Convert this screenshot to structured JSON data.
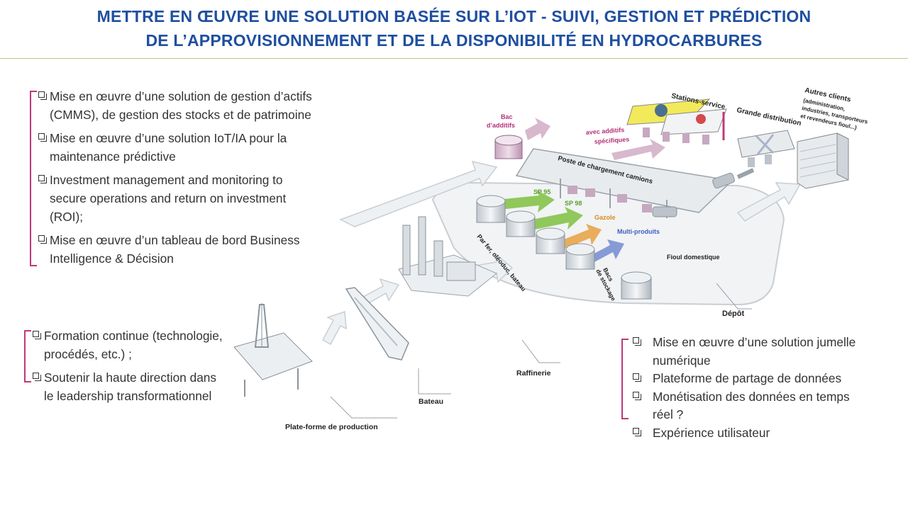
{
  "title": {
    "line1": "METTRE EN ŒUVRE UNE SOLUTION BASÉE SUR L’IOT - SUIVI, GESTION ET PRÉDICTION",
    "line2": "DE L’APPROVISIONNEMENT ET DE LA DISPONIBILITÉ EN HYDROCARBURES"
  },
  "left_top": {
    "items": [
      {
        "line1": "Mise en œuvre d’une solution de gestion d’actifs",
        "line2": "(CMMS), de gestion des stocks et de patrimoine"
      },
      {
        "line1": "Mise en œuvre d’une solution IoT/IA pour la",
        "line2": "maintenance prédictive"
      },
      {
        "line1": "Investment management and monitoring to",
        "line2": "secure operations and return on investment",
        "line3": "(ROI);"
      },
      {
        "line1": "Mise en œuvre d’un tableau de bord Business",
        "line2": "Intelligence & Décision"
      }
    ]
  },
  "left_bottom": {
    "items": [
      {
        "line1": "Formation continue (technologie,",
        "line2": "procédés, etc.) ;"
      },
      {
        "line1": "Soutenir la haute direction dans",
        "line2": "le leadership transformationnel"
      }
    ]
  },
  "right": {
    "items": [
      {
        "line1": "Mise en œuvre d’une solution jumelle",
        "line2": "numérique"
      },
      {
        "line1": "Plateforme de partage de données"
      },
      {
        "line1": "Monétisation des données en temps",
        "line2": "réel ?"
      },
      {
        "line1": "Expérience utilisateur"
      }
    ]
  },
  "diagram": {
    "labels": {
      "stations": "Stations-service",
      "autres": "Autres clients",
      "autres_detail1": "(administration,",
      "autres_detail2": "industries, transporteurs",
      "autres_detail3": "et revendeurs fioul...)",
      "grande": "Grande distribution",
      "bac1": "Bac",
      "bac2": "d’additifs",
      "additifs1": "avec additifs",
      "additifs2": "spécifiques",
      "poste": "Poste de chargement camions",
      "sp95": "SP 95",
      "sp98": "SP 98",
      "gazole": "Gazole",
      "multi": "Multi-produits",
      "fioul": "Fioul domestique",
      "bacs1": "Bacs",
      "bacs2": "de stockage",
      "transport": "Par fer, oléoduc, bateau",
      "depot": "Dépôt",
      "raffinerie": "Raffinerie",
      "bateau": "Bateau",
      "plateforme": "Plate-forme de production"
    },
    "colors": {
      "sp95": "#7fbf3f",
      "sp98": "#7fbf3f",
      "gazole": "#e8a040",
      "multi": "#3f5fbf",
      "additifs": "#b4307a",
      "bracket": "#c0387c",
      "title": "#1f4fa0"
    }
  }
}
